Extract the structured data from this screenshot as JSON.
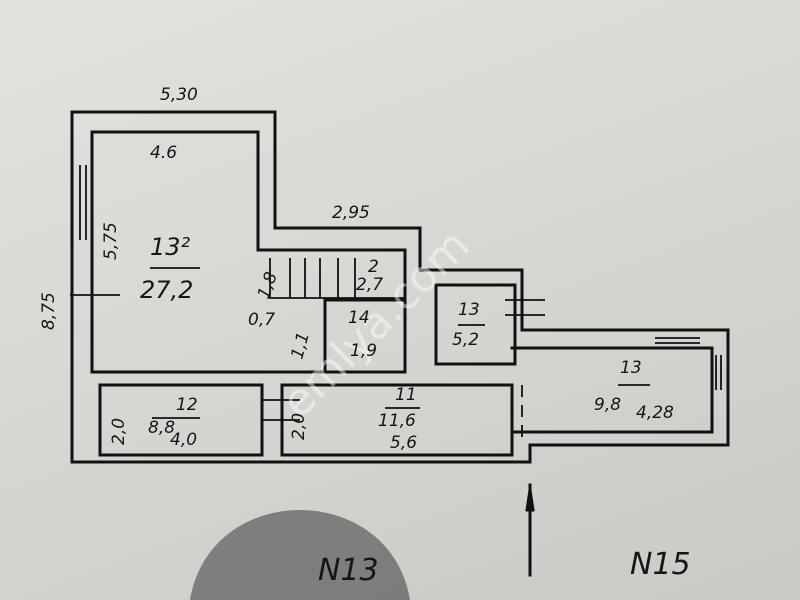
{
  "plan": {
    "dimensions": {
      "top_width": "5,30",
      "inner_width": "4.6",
      "inner_height": "5,75",
      "outer_height": "8,75",
      "corridor_width": "2,95",
      "stair_width": "1,8",
      "stair_gap": "0,7",
      "wc_depth": "1,1",
      "room12_height": "2,0",
      "room11_height": "2,0"
    },
    "rooms": [
      {
        "number": "13²",
        "area": "27,2"
      },
      {
        "number": "2",
        "area": "2,7"
      },
      {
        "number": "14",
        "area": "1,9"
      },
      {
        "number": "13",
        "area": "5,2"
      },
      {
        "number": "13",
        "area": "9,8",
        "length": "4,28"
      },
      {
        "number": "12",
        "area": "8,8",
        "length": "4,0"
      },
      {
        "number": "11",
        "area": "11,6",
        "length": "5,6"
      }
    ],
    "building_labels": [
      "N13",
      "N15"
    ],
    "watermark": "emlya.com"
  }
}
